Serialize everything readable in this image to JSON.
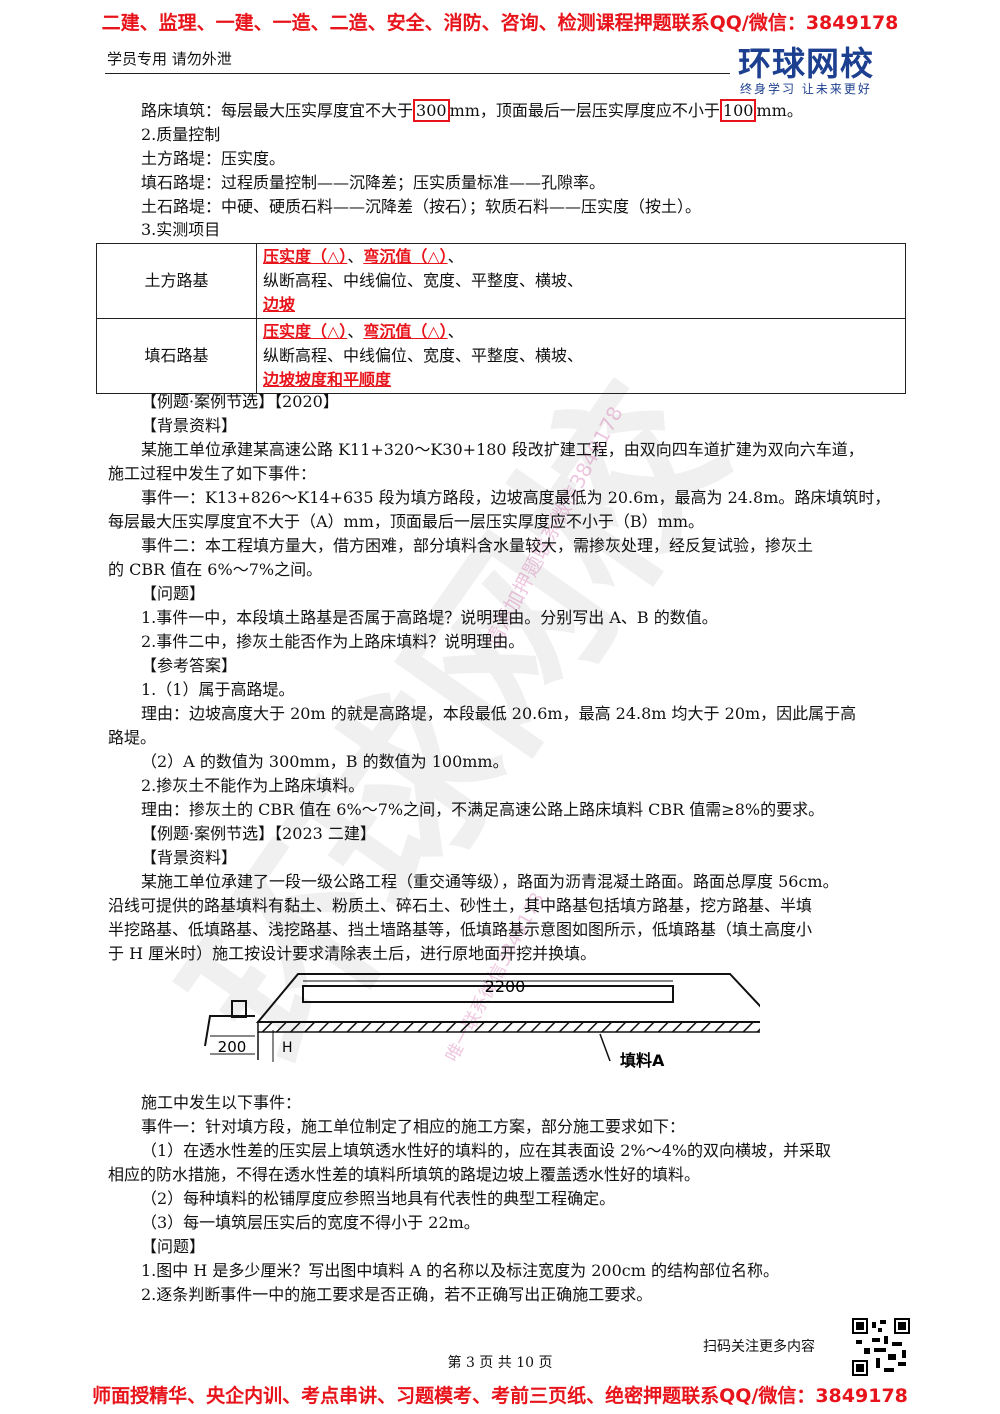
{
  "banner_top": "二建、监理、一建、一造、二造、安全、消防、咨询、检测课程押题联系QQ/微信：3849178",
  "banner_bottom": "师面授精华、央企内训、考点串讲、习题模考、考前三页纸、绝密押题联系QQ/微信：3849178",
  "header": {
    "left": "学员专用 请勿外泄",
    "logo": "环球网校",
    "slogan": "终身学习 让未来更好"
  },
  "watermark": {
    "big": "环球网校",
    "diag1": "请添加押题联系微信3849178",
    "diag2": "唯一联系微信3849178"
  },
  "lines": {
    "l1a": "路床填筑：每层最大压实厚度宜不大于",
    "l1v1": "300",
    "l1b": "mm，顶面最后一层压实厚度应不小于",
    "l1v2": "100",
    "l1c": "mm。",
    "l2": "2.质量控制",
    "l3": "土方路堤：压实度。",
    "l4": "填石路堤：过程质量控制——沉降差；压实质量标准——孔隙率。",
    "l5": "土石路堤：中硬、硬质石料——沉降差（按石）；软质石料——压实度（按土）。",
    "l6": "3.实测项目"
  },
  "table": {
    "row1": {
      "label": "土方路基",
      "r1a": "压实度（△）",
      "r1s": "、",
      "r1b": "弯沉值（△）",
      "r1e": "、",
      "line2": "纵断高程、中线偏位、宽度、平整度、横坡、",
      "line3": "边坡"
    },
    "row2": {
      "label": "填石路基",
      "r1a": "压实度（△）",
      "r1s": "、",
      "r1b": "弯沉值（△）",
      "r1e": "、",
      "line2": "纵断高程、中线偏位、宽度、平整度、横坡、",
      "line3": "边坡坡度和平顺度"
    }
  },
  "ex1": {
    "title": "【例题·案例节选】【2020】",
    "bg": "【背景资料】",
    "p1a": "某施工单位承建某高速公路 K11+320～K30+180 段改扩建工程，由双向四车道扩建为双向六车道，",
    "p1b": "施工过程中发生了如下事件：",
    "p2a": "事件一：K13+826～K14+635 段为填方路段，边坡高度最低为 20.6m，最高为 24.8m。路床填筑时，",
    "p2b": "每层最大压实厚度宜不大于（A）mm，顶面最后一层压实厚度应不小于（B）mm。",
    "p3a": "事件二：本工程填方量大，借方困难，部分填料含水量较大，需掺灰处理，经反复试验，掺灰土",
    "p3b": "的 CBR 值在 6%～7%之间。",
    "q": "【问题】",
    "q1": "1.事件一中，本段填土路基是否属于高路堤？说明理由。分别写出 A、B 的数值。",
    "q2": "2.事件二中，掺灰土能否作为上路床填料？说明理由。",
    "ans": "【参考答案】",
    "a1": "1.（1）属于高路堤。",
    "a2a": "理由：边坡高度大于 20m 的就是高路堤，本段最低 20.6m，最高 24.8m 均大于 20m，因此属于高",
    "a2b": "路堤。",
    "a3": "（2）A 的数值为 300mm，B 的数值为 100mm。",
    "a4": "2.掺灰土不能作为上路床填料。",
    "a5": "理由：掺灰土的 CBR 值在 6%～7%之间，不满足高速公路上路床填料 CBR 值需≥8%的要求。"
  },
  "ex2": {
    "title": "【例题·案例节选】【2023 二建】",
    "bg": "【背景资料】",
    "p1a": "某施工单位承建了一段一级公路工程（重交通等级），路面为沥青混凝土路面。路面总厚度 56cm。",
    "p1b": "沿线可提供的路基填料有黏土、粉质土、碎石土、砂性土，其中路基包括填方路基，挖方路基、半填",
    "p1c": "半挖路基、低填路基、浅挖路基、挡土墙路基等，低填路基示意图如图所示，低填路基（填土高度小",
    "p1d": "于 H 厘米时）施工按设计要求清除表土后，进行原地面开挖并换填。",
    "fig": {
      "w2200": "2200",
      "w200": "200",
      "h": "H",
      "fill": "填料A"
    },
    "s1": "施工中发生以下事件：",
    "s2": "事件一：针对填方段，施工单位制定了相应的施工方案，部分施工要求如下：",
    "s3a": "（1）在透水性差的压实层上填筑透水性好的填料的，应在其表面设 2%～4%的双向横坡，并采取",
    "s3b": "相应的防水措施，不得在透水性差的填料所填筑的路堤边坡上覆盖透水性好的填料。",
    "s4": "（2）每种填料的松铺厚度应参照当地具有代表性的典型工程确定。",
    "s5": "（3）每一填筑层压实后的宽度不得小于 22m。",
    "q": "【问题】",
    "q1": "1.图中 H 是多少厘米？写出图中填料 A 的名称以及标注宽度为 200cm 的结构部位名称。",
    "q2": "2.逐条判断事件一中的施工要求是否正确，若不正确写出正确施工要求。"
  },
  "footer": {
    "page": "第 3 页 共 10 页",
    "scan": "扫码关注更多内容"
  }
}
